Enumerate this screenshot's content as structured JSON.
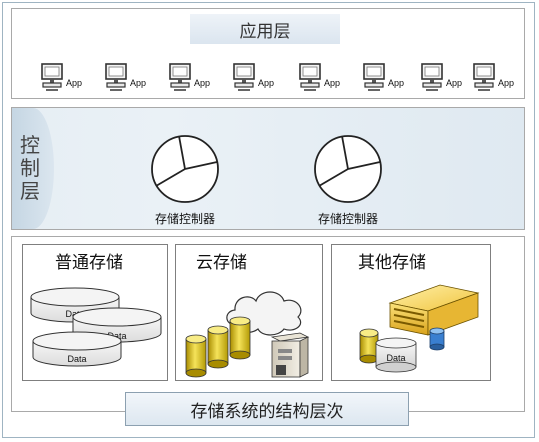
{
  "application_layer": {
    "title": "应用层",
    "apps": [
      "App",
      "App",
      "App",
      "App",
      "App",
      "App",
      "App",
      "App"
    ]
  },
  "control_layer": {
    "label": "控制层",
    "controllers": [
      "存储控制器",
      "存储控制器"
    ]
  },
  "storage_layer": {
    "categories": [
      {
        "title": "普通存储",
        "disks": [
          "Data",
          "Data",
          "Data"
        ]
      },
      {
        "title": "云存储"
      },
      {
        "title": "其他存储",
        "disk": "Data"
      }
    ]
  },
  "caption": "存储系统的结构层次"
}
